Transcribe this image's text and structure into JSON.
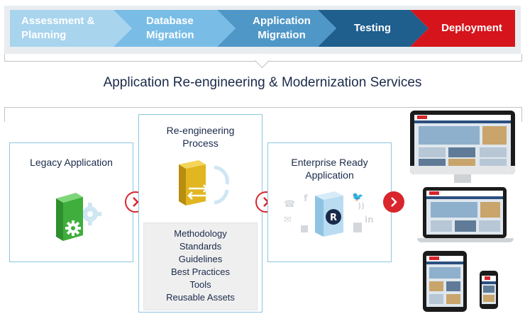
{
  "stages": [
    {
      "label": "Assessment &\nPlanning",
      "color": "#a8d4ee"
    },
    {
      "label": "Database\nMigration",
      "color": "#79bde6"
    },
    {
      "label": "Application\nMigration",
      "color": "#4f97c7"
    },
    {
      "label": "Testing",
      "color": "#1e5f8e"
    },
    {
      "label": "Deployment",
      "color": "#d6141c"
    }
  ],
  "title": "Application Re-engineering & Modernization Services",
  "legacy": {
    "title": "Legacy Application",
    "icon": "green-server-gear-icon"
  },
  "reengineering": {
    "title": "Re-engineering\nProcess",
    "icon": "yellow-server-convert-icon",
    "items": [
      "Methodology",
      "Standards",
      "Guidelines",
      "Best Practices",
      "Tools",
      "Reusable Assets"
    ]
  },
  "enterprise": {
    "title": "Enterprise Ready\nApplication",
    "icon": "blue-server-logo-icon",
    "logo": "R"
  },
  "devices": [
    "desktop-monitor",
    "laptop",
    "tablet",
    "phone"
  ],
  "colors": {
    "accent": "#d9252b",
    "border": "#8cc6e0",
    "text": "#1a2a4a"
  }
}
